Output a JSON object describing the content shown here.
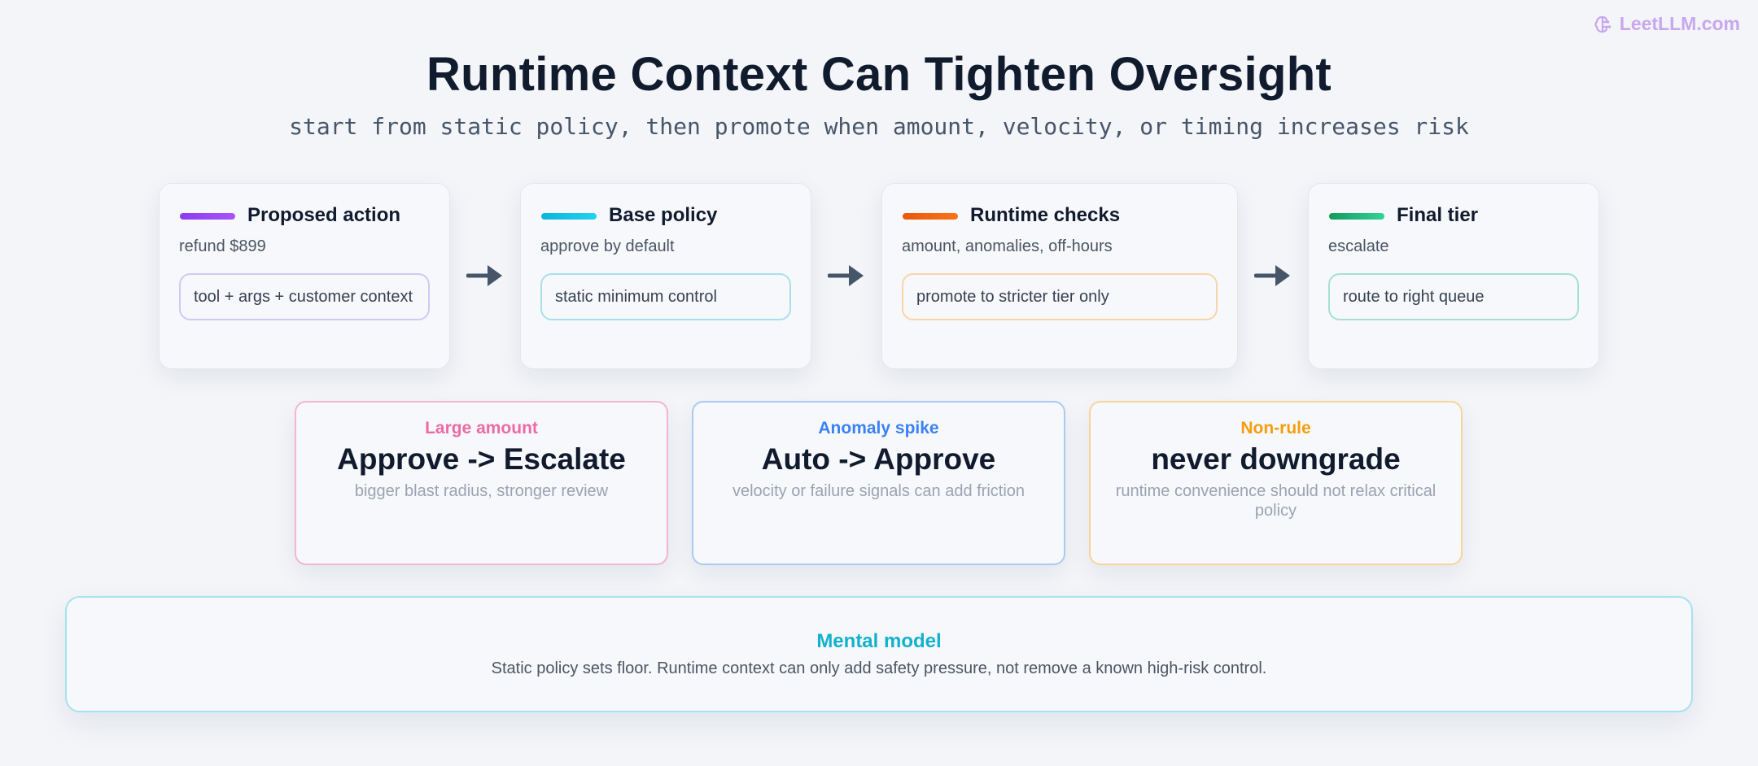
{
  "brand": {
    "name": "LeetLLM.com",
    "icon": "brain-icon",
    "color": "#c9a6ef"
  },
  "title": "Runtime Context Can Tighten Oversight",
  "subtitle": "start from static policy, then promote when amount, velocity, or timing increases risk",
  "stages": [
    {
      "title": "Proposed action",
      "subtitle": "refund $899",
      "box": "tool + args + customer context",
      "accent": [
        "#8b3cf0",
        "#a855f7"
      ],
      "box_border": "#cfc9f3"
    },
    {
      "title": "Base policy",
      "subtitle": "approve by default",
      "box": "static minimum control",
      "accent": [
        "#0bb5dd",
        "#22d3ee"
      ],
      "box_border": "#a8dfeb"
    },
    {
      "title": "Runtime checks",
      "subtitle": "amount, anomalies, off-hours",
      "box": "promote to stricter tier only",
      "accent": [
        "#ea580c",
        "#f97316"
      ],
      "box_border": "#f8d5a8"
    },
    {
      "title": "Final tier",
      "subtitle": "escalate",
      "box": "route to right queue",
      "accent": [
        "#14995c",
        "#34d399"
      ],
      "box_border": "#a7e0d0"
    }
  ],
  "rules": [
    {
      "label": "Large amount",
      "headline": "Approve -> Escalate",
      "description": "bigger blast radius, stronger review",
      "color": "#ec6ba6",
      "border": "#f5b4cf"
    },
    {
      "label": "Anomaly spike",
      "headline": "Auto -> Approve",
      "description": "velocity or failure signals can add friction",
      "color": "#3b82f6",
      "border": "#a9cbf2"
    },
    {
      "label": "Non-rule",
      "headline": "never downgrade",
      "description": "runtime convenience should not relax critical policy",
      "color": "#f59e0b",
      "border": "#f8d39c"
    }
  ],
  "mental_model": {
    "title": "Mental model",
    "text": "Static policy sets floor. Runtime context can only add safety pressure, not remove a known high-risk control."
  }
}
